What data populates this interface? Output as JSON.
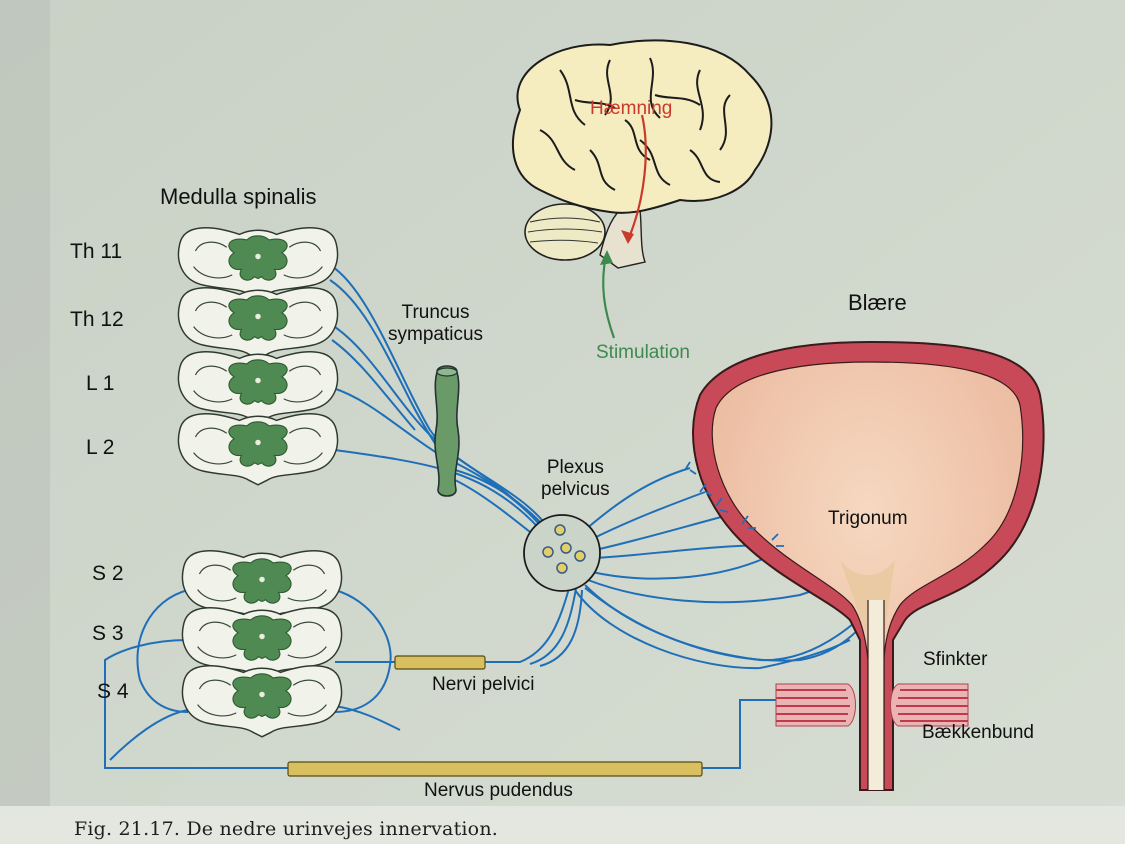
{
  "figure": {
    "caption": "Fig. 21.17. De nedre urinvejes innervation.",
    "heading": "Medulla spinalis",
    "segments": [
      "Th 11",
      "Th 12",
      "L 1",
      "L 2",
      "S 2",
      "S 3",
      "S 4"
    ],
    "labels": {
      "truncus": "Truncus\nsympaticus",
      "plexus": "Plexus\npelvicus",
      "nervi_pelvici": "Nervi pelvici",
      "nervus_pudendus": "Nervus pudendus",
      "hamning": "Hæmning",
      "stimulation": "Stimulation",
      "blaere": "Blære",
      "trigonum": "Trigonum",
      "sfinkter": "Sfinkter",
      "baekkenbund": "Bækkenbund"
    },
    "colors": {
      "nerve": "#1f6fb8",
      "spinal_grey": "#4f8a52",
      "bladder_wall": "#c84a58",
      "bladder_inner": "#f0c3a4",
      "brain": "#f5ecc0",
      "nerve_fiber": "#d8c060",
      "hamning": "#c83a2a",
      "stimulation": "#3e8a4e"
    },
    "icons": [
      "brain-icon",
      "bladder-icon",
      "spinal-cord-section-icon",
      "ganglion-icon"
    ]
  }
}
